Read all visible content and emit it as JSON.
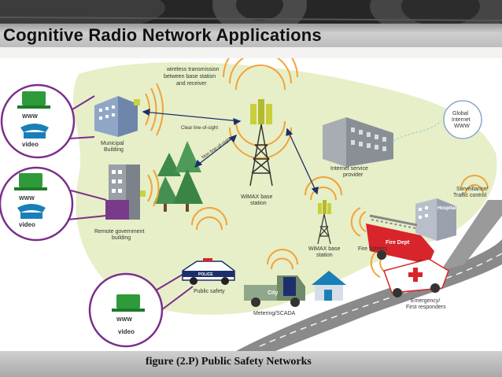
{
  "title": "Cognitive Radio Network Applications",
  "caption": "figure (2.P) Public Safety Networks",
  "labels": {
    "wireless_line1": "wireless transmission",
    "wireless_line2": "between base station",
    "wireless_line3": "and receiver",
    "clear_los": "Clear line-of-sight",
    "non_los": "Non line-of-sight",
    "municipal1": "Municipal",
    "municipal2": "Building",
    "remote1": "Remote government",
    "remote2": "building",
    "wimax1_1": "WiMAX base",
    "wimax1_2": "station",
    "wimax2_1": "WiMAX base",
    "wimax2_2": "station",
    "isp1": "Internet service",
    "isp2": "provider",
    "global1": "Global",
    "global2": "Internet",
    "global3": "WWW",
    "surveillance1": "Surveillance/",
    "surveillance2": "Traffic control",
    "hospital": "Hospital",
    "firedept": "Fire Dept",
    "firefighters": "Fire fighters",
    "emergency1": "Emergency/",
    "emergency2": "First responders",
    "public_safety": "Public safety",
    "police": "POLICE",
    "city": "City",
    "metering": "Metering/SCADA",
    "www": "WWW",
    "video": "video"
  },
  "colors": {
    "green_bg": "#e6efc7",
    "laptop_green": "#2e9a3a",
    "phone_blue": "#1a7fb8",
    "circle_purple": "#7a2f8a",
    "signal_orange": "#f2a23a",
    "fire_red": "#d8242b",
    "building_gray": "#8a8f96"
  }
}
